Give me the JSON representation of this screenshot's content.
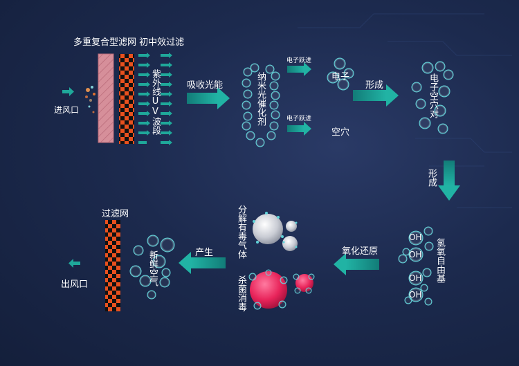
{
  "title": "多重复合型滤网 初中效过滤",
  "inlet_label": "进风口",
  "uv_label": "紫外线UV波段",
  "absorb_label": "吸收光能",
  "catalyst_label": "纳米光催化剂",
  "electron_transition_label": "电子跃进",
  "electron_label": "电子",
  "hole_label": "空穴",
  "form_label": "形成",
  "pair_label": "电子空穴对",
  "form_down_label": "形成",
  "radical_label": "氢氧自由基",
  "oh_label": "OH",
  "redox_label": "氧化还原",
  "decompose_label": "分解有毒气体",
  "sterilize_label": "杀菌消毒",
  "produce_label": "产生",
  "fresh_air_label": "新鲜空气",
  "filter_label": "过滤网",
  "outlet_label": "出风口",
  "colors": {
    "background": "#1c2a4e",
    "arrow": "#1fa89a",
    "bubble": "#5fd3d9",
    "checker_orange": "#e8501e",
    "checker_black": "#111111",
    "pink_filter": "#d9909b",
    "sphere_pink": "#e8245a",
    "sphere_grey": "#c9ccd4"
  }
}
